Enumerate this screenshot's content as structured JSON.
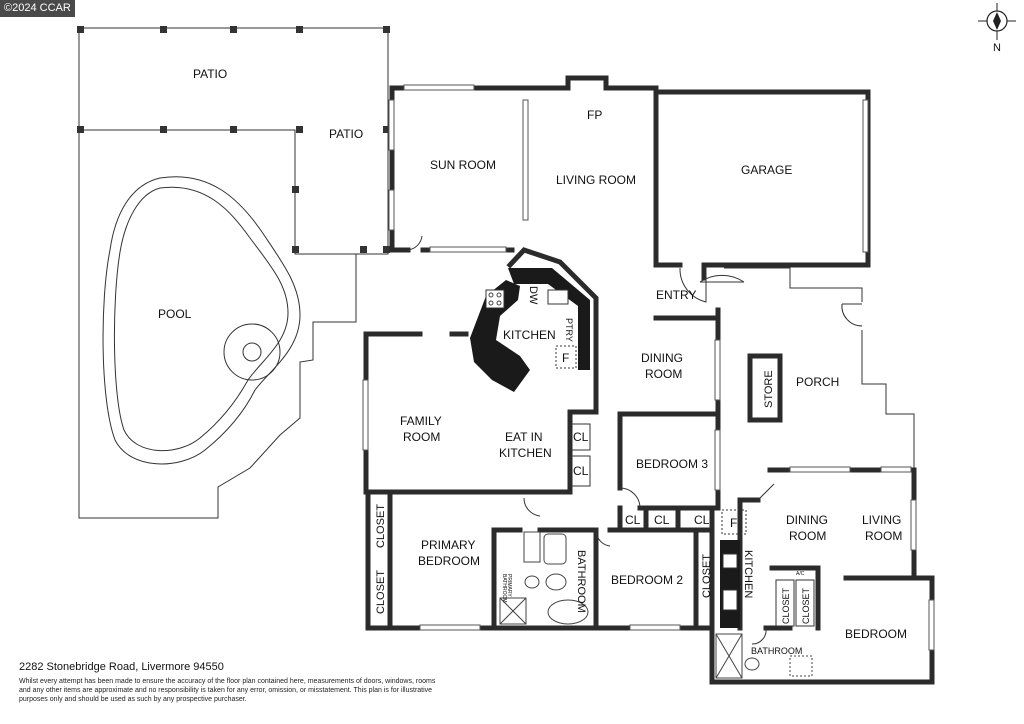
{
  "copyright": "©2024 CCAR",
  "compass_label": "N",
  "rooms": {
    "patio_top": "PATIO",
    "patio_right": "PATIO",
    "pool": "POOL",
    "sun_room": "SUN ROOM",
    "fp": "FP",
    "living_room": "LIVING ROOM",
    "garage": "GARAGE",
    "entry": "ENTRY",
    "kitchen": "KITCHEN",
    "dw": "DW",
    "ptry": "PTRY",
    "fridge": "F",
    "dining_room": [
      "DINING",
      "ROOM"
    ],
    "store": "STORE",
    "porch": "PORCH",
    "family_room": [
      "FAMILY",
      "ROOM"
    ],
    "eat_in_kitchen": [
      "EAT IN",
      "KITCHEN"
    ],
    "cl": "CL",
    "bedroom_3": "BEDROOM 3",
    "closet": "CLOSET",
    "primary_bedroom": [
      "PRIMARY",
      "BEDROOM"
    ],
    "bathroom": "BATHROOM",
    "primary_bathroom": [
      "PRIMARY",
      "BATHROOM"
    ],
    "bedroom_2": "BEDROOM 2",
    "unit_kitchen": "KITCHEN",
    "unit_fridge": "F",
    "unit_dining": [
      "DINING",
      "ROOM"
    ],
    "unit_living": [
      "LIVING",
      "ROOM"
    ],
    "ac": "A/C",
    "bedroom": "BEDROOM",
    "unit_bathroom": "BATHROOM"
  },
  "address": "2282 Stonebridge Road, Livermore 94550",
  "disclaimer": "Whilst every attempt has been made to ensure the accuracy of the floor plan contained here, measurements of doors, windows, rooms and any other items are approximate and no responsibility is taken for any error, omission, or misstatement. This plan is for illustrative purposes only and should be used as such by any prospective purchaser."
}
